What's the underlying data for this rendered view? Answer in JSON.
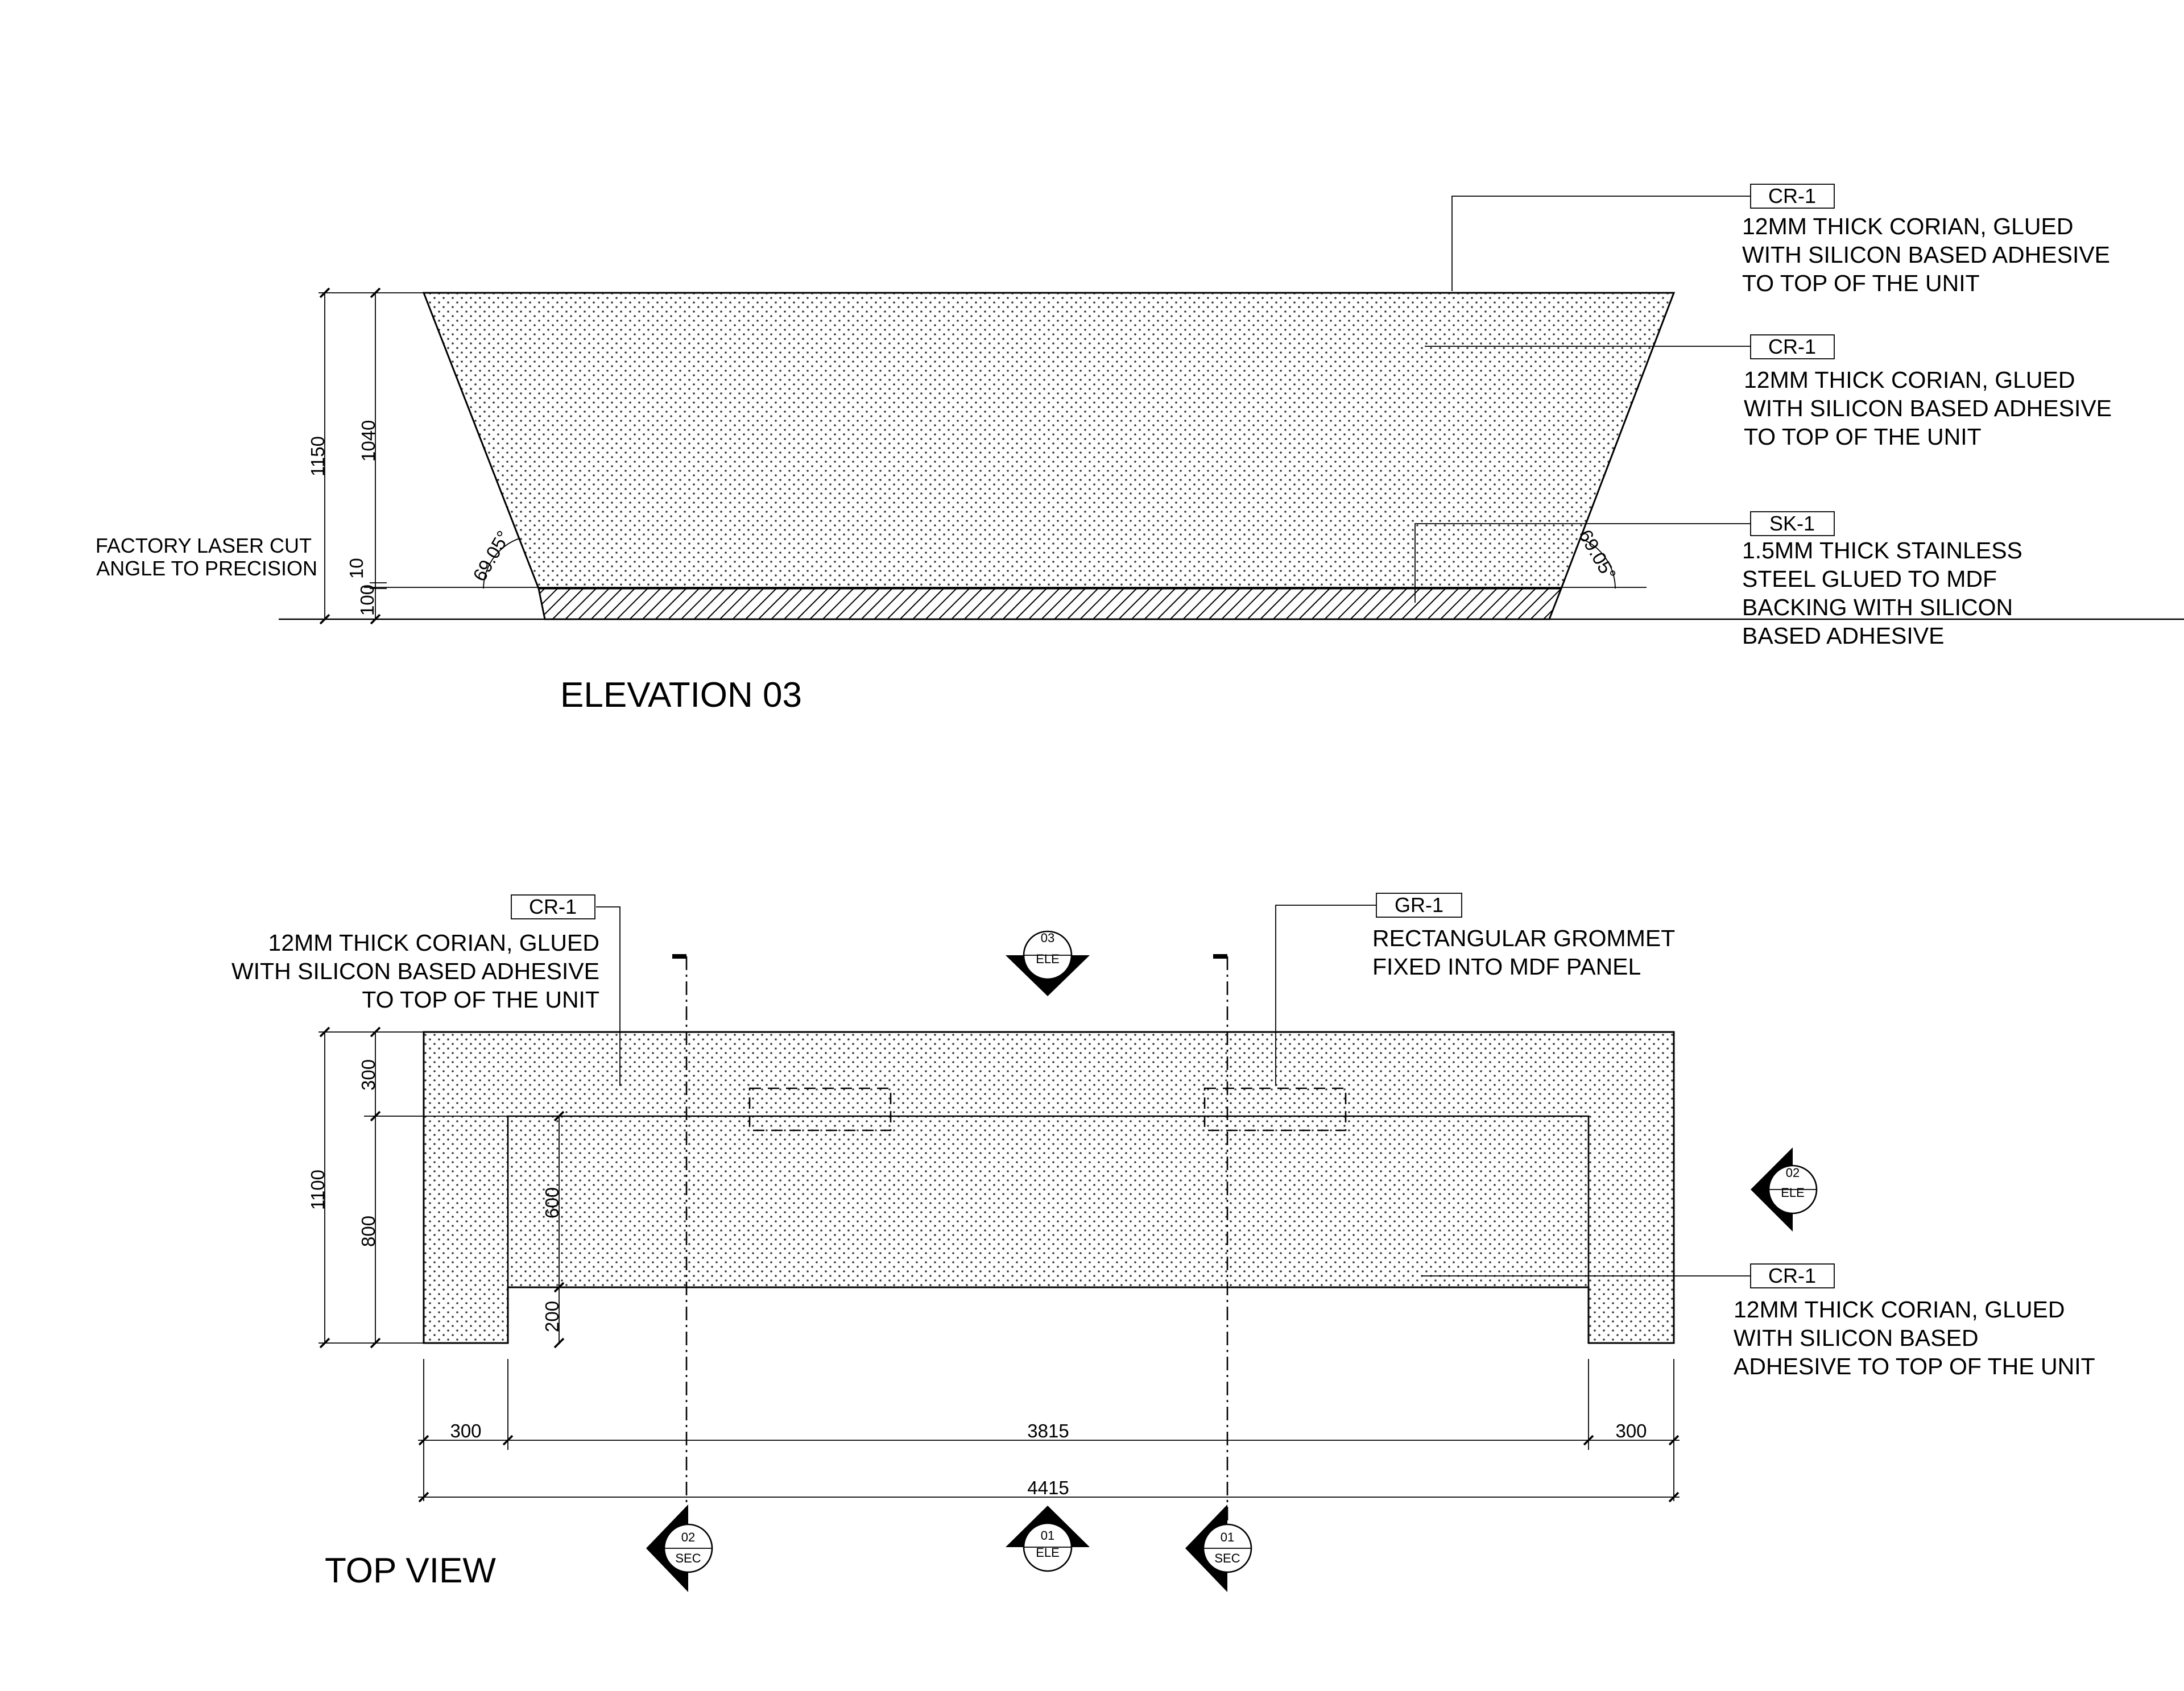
{
  "elevation": {
    "title": "ELEVATION 03",
    "dims": {
      "total_height": "1150",
      "body_height": "1040",
      "gap": "10",
      "base": "100"
    },
    "angle_left": "69.05°",
    "angle_right": "69.05°",
    "left_note": {
      "line1": "FACTORY LASER CUT",
      "line2": "ANGLE TO PRECISION"
    },
    "callouts": [
      {
        "tag": "CR-1",
        "lines": [
          "12MM THICK CORIAN,  GLUED",
          "WITH SILICON BASED ADHESIVE",
          "TO TOP OF THE UNIT"
        ]
      },
      {
        "tag": "CR-1",
        "lines": [
          "12MM THICK CORIAN,  GLUED",
          "WITH SILICON BASED ADHESIVE",
          "TO TOP OF THE UNIT"
        ]
      },
      {
        "tag": "SK-1",
        "lines": [
          "1.5MM THICK STAINLESS",
          "STEEL GLUED TO MDF",
          "BACKING WITH SILICON",
          "BASED ADHESIVE"
        ]
      }
    ]
  },
  "top_view": {
    "title": "TOP VIEW",
    "dims": {
      "depth_total": "1100",
      "depth_top": "300",
      "depth_lower": "800",
      "inner_600": "600",
      "inner_200": "200",
      "left_300": "300",
      "middle_3815": "3815",
      "right_300": "300",
      "overall_4415": "4415"
    },
    "callouts": [
      {
        "tag": "CR-1",
        "lines": [
          "12MM THICK CORIAN,  GLUED",
          "WITH SILICON BASED ADHESIVE",
          "TO TOP OF THE UNIT"
        ]
      },
      {
        "tag": "GR-1",
        "lines": [
          "RECTANGULAR GROMMET",
          "FIXED INTO MDF  PANEL"
        ]
      },
      {
        "tag": "CR-1",
        "lines": [
          "12MM THICK CORIAN,  GLUED",
          "WITH SILICON BASED",
          "ADHESIVE TO TOP OF THE UNIT"
        ]
      }
    ],
    "markers": {
      "top_ele": {
        "num": "03",
        "type": "ELE"
      },
      "right_ele": {
        "num": "02",
        "type": "ELE"
      },
      "bottom_ele": {
        "num": "01",
        "type": "ELE"
      },
      "sec_left": {
        "num": "02",
        "type": "SEC"
      },
      "sec_right": {
        "num": "01",
        "type": "SEC"
      }
    }
  }
}
